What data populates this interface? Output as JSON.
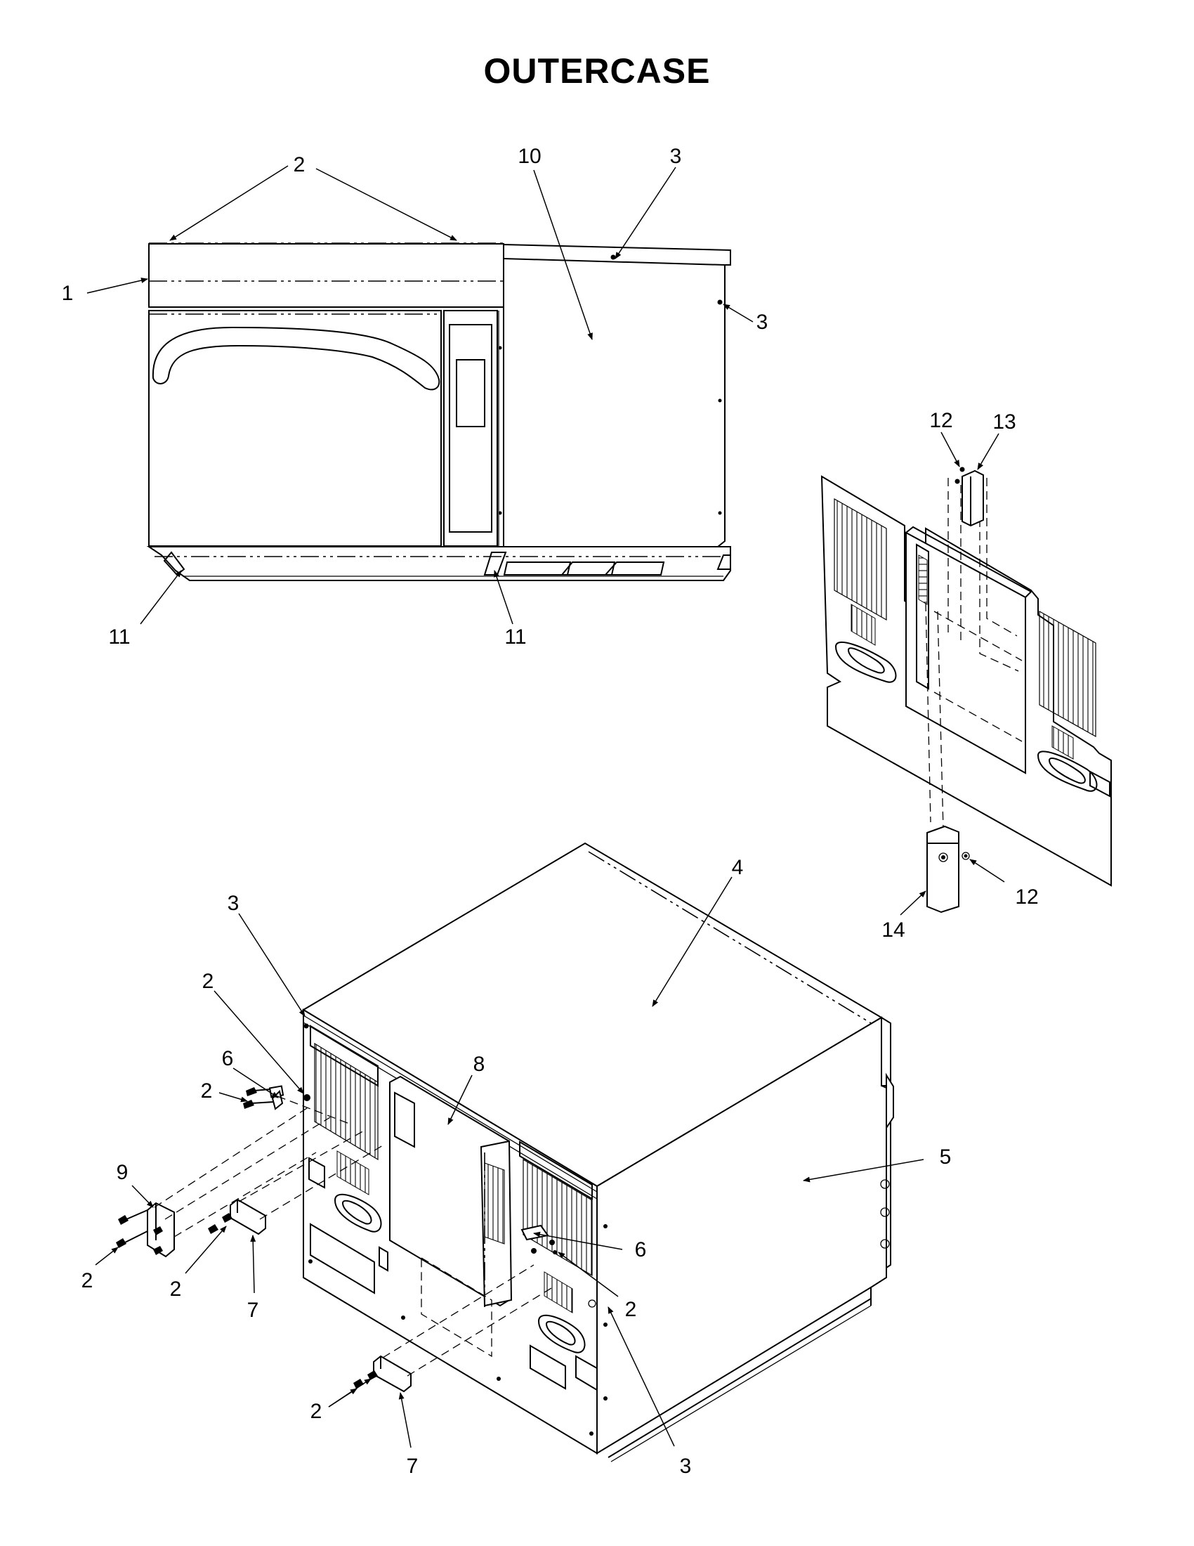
{
  "page": {
    "title": "OUTERCASE"
  },
  "callouts": {
    "top_view": {
      "c1": "1",
      "c2": "2",
      "c3a": "3",
      "c3b": "3",
      "c10": "10",
      "c11a": "11",
      "c11b": "11"
    },
    "rear_panel": {
      "c12a": "12",
      "c13": "13",
      "c12b": "12",
      "c14": "14"
    },
    "iso_view": {
      "c3a": "3",
      "c4": "4",
      "c2a": "2",
      "c6a": "6",
      "c2b": "2",
      "c8": "8",
      "c9": "9",
      "c5": "5",
      "c6b": "6",
      "c2c": "2",
      "c2d": "2",
      "c7a": "7",
      "c2e": "2",
      "c2f": "2",
      "c7b": "7",
      "c3b": "3"
    }
  }
}
